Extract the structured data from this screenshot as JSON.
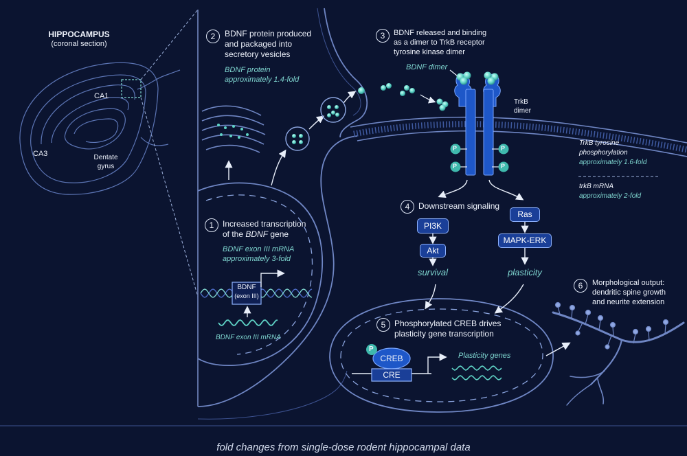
{
  "hippocampus": {
    "title": "HIPPOCAMPUS",
    "subtitle": "(coronal section)",
    "ca1": "CA1",
    "ca3": "CA3",
    "dentate_line1": "Dentate",
    "dentate_line2": "gyrus"
  },
  "steps": {
    "s1": {
      "number": "1",
      "line1": "Increased transcription",
      "line2_prefix": "of the ",
      "line2_gene": "BDNF",
      "line2_suffix": " gene",
      "cyan1": "BDNF exon III mRNA",
      "cyan2": "approximately 3-fold",
      "gene_box_line1": "BDNF",
      "gene_box_line2": "(exon III)",
      "mrna_label": "BDNF exon III mRNA"
    },
    "s2": {
      "number": "2",
      "line1": "BDNF protein produced",
      "line2": "and packaged into",
      "line3": "secretory vesicles",
      "cyan1": "BDNF protein",
      "cyan2": "approximately 1.4-fold"
    },
    "s3": {
      "number": "3",
      "line1": "BDNF released and binding",
      "line2": "as a dimer to TrkB receptor",
      "line3": "tyrosine kinase dimer",
      "dimer_label": "BDNF dimer",
      "trkb_line1": "TrkB",
      "trkb_line2": "dimer",
      "phospho": "P"
    },
    "s4": {
      "number": "4",
      "title": "Downstream signaling",
      "pi3k": "PI3K",
      "akt": "Akt",
      "survival": "survival",
      "ras": "Ras",
      "mapk": "MAPK-ERK",
      "plasticity": "plasticity"
    },
    "s5": {
      "number": "5",
      "line1": "Phosphorylated CREB drives",
      "line2": "plasticity gene transcription",
      "creb": "CREB",
      "cre": "CRE",
      "phospho": "P",
      "genes": "Plasticity genes"
    },
    "s6": {
      "number": "6",
      "line1": "Morphological output:",
      "line2": "dendritic spine growth",
      "line3": "and neurite extension"
    }
  },
  "side_notes": {
    "trkb_phos_line1": "TrkB tyrosine",
    "trkb_phos_line2": "phosphorylation",
    "trkb_phos_fold": "approximately 1.6-fold",
    "trkb_mrna_line1": "trkB mRNA",
    "trkb_mrna_fold": "approximately 2-fold"
  },
  "footer": "fold changes from single-dose rodent hippocampal data",
  "colors": {
    "background": "#0b1430",
    "outline": "#6f86c4",
    "cyan": "#7fd6d0",
    "receptor": "#1e57c8",
    "box": "#1a3f98"
  }
}
